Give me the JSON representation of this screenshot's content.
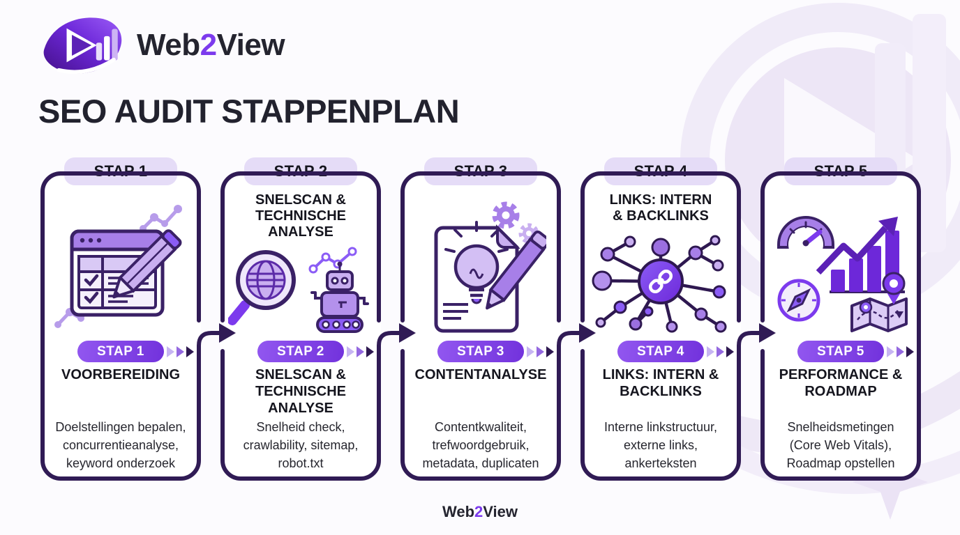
{
  "brand": {
    "name_prefix": "Web",
    "name_accent": "2",
    "name_suffix": "View"
  },
  "header": {
    "title": "SEO AUDIT STAPPENPLAN"
  },
  "steps": [
    {
      "badge": "STAP 1",
      "icon": "browser-checklist-pencil-icon",
      "pre_title": "",
      "pill": "STAP 1",
      "title": "VOORBEREIDING",
      "description": "Doelstellingen bepalen,\nconcurrentieanalyse,\nkeyword onderzoek"
    },
    {
      "badge": "STAP 2",
      "icon": "magnifier-globe-robot-icon",
      "pre_title": "SNELSCAN &\nTECHNISCHE\nANALYSE",
      "pill": "STAP 2",
      "title": "SNELSCAN &\nTECHNISCHE\nANALYSE",
      "description": "Snelheid check,\ncrawlability, sitemap,\nrobot.txt"
    },
    {
      "badge": "STAP 3",
      "icon": "document-lightbulb-pen-icon",
      "pre_title": "",
      "pill": "STAP 3",
      "title": "CONTENTANALYSE",
      "description": "Contentkwaliteit,\ntrefwoordgebruik,\nmetadata, duplicaten"
    },
    {
      "badge": "STAP 4",
      "icon": "link-network-icon",
      "pre_title": "LINKS: INTERN\n& BACKLINKS",
      "pill": "STAP 4",
      "title": "LINKS: INTERN &\nBACKLINKS",
      "description": "Interne linkstructuur,\nexterne links,\nankerteksten"
    },
    {
      "badge": "STAP 5",
      "icon": "speedometer-chart-compass-map-icon",
      "pre_title": "",
      "pill": "STAP 5",
      "title": "PERFORMANCE &\nROADMAP",
      "description": "Snelheidsmetingen\n(Core Web Vitals),\nRoadmap opstellen"
    }
  ],
  "footer": {
    "name_prefix": "Web",
    "name_accent": "2",
    "name_suffix": "View"
  },
  "colors": {
    "accent": "#7C3AED",
    "card_border": "#301B55",
    "badge_bg": "#E5DCF7",
    "pill_gradient_start": "#9257F0",
    "pill_gradient_end": "#7232DC",
    "chevron_light": "#C7B5F2",
    "chevron_mid": "#9468E0",
    "chevron_dark": "#2E1850",
    "text_dark": "#15151E"
  }
}
